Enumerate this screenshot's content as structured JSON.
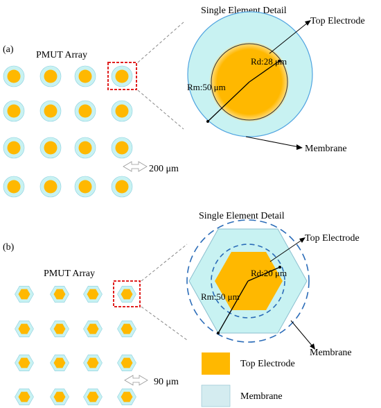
{
  "panel_a": {
    "tag": "(a)",
    "array_label": "PMUT Array",
    "detail_title": "Single Element Detail",
    "top_electrode": "Top Electrode",
    "membrane": "Membrane",
    "rd_label": "Rd:28 μm",
    "rm_label": "Rm:50 μm",
    "pitch_label": "200 μm"
  },
  "panel_b": {
    "tag": "(b)",
    "array_label": "PMUT Array",
    "detail_title": "Single Element Detail",
    "top_electrode": "Top Electrode",
    "membrane": "Membrane",
    "rd_label": "Rd:20 μm",
    "rm_label": "Rm:50 μm",
    "pitch_label": "90 μm"
  },
  "legend": {
    "items": [
      {
        "label": "Top Electrode",
        "color": "#FFB800"
      },
      {
        "label": "Membrane",
        "color": "#D4ECF0"
      }
    ]
  },
  "colors": {
    "electrode": "#FFB800",
    "membrane_light": "#C8F2F2",
    "membrane_ring": "#4FA3E0",
    "highlight": "#E02020",
    "dashed": "#2B6CB8"
  }
}
